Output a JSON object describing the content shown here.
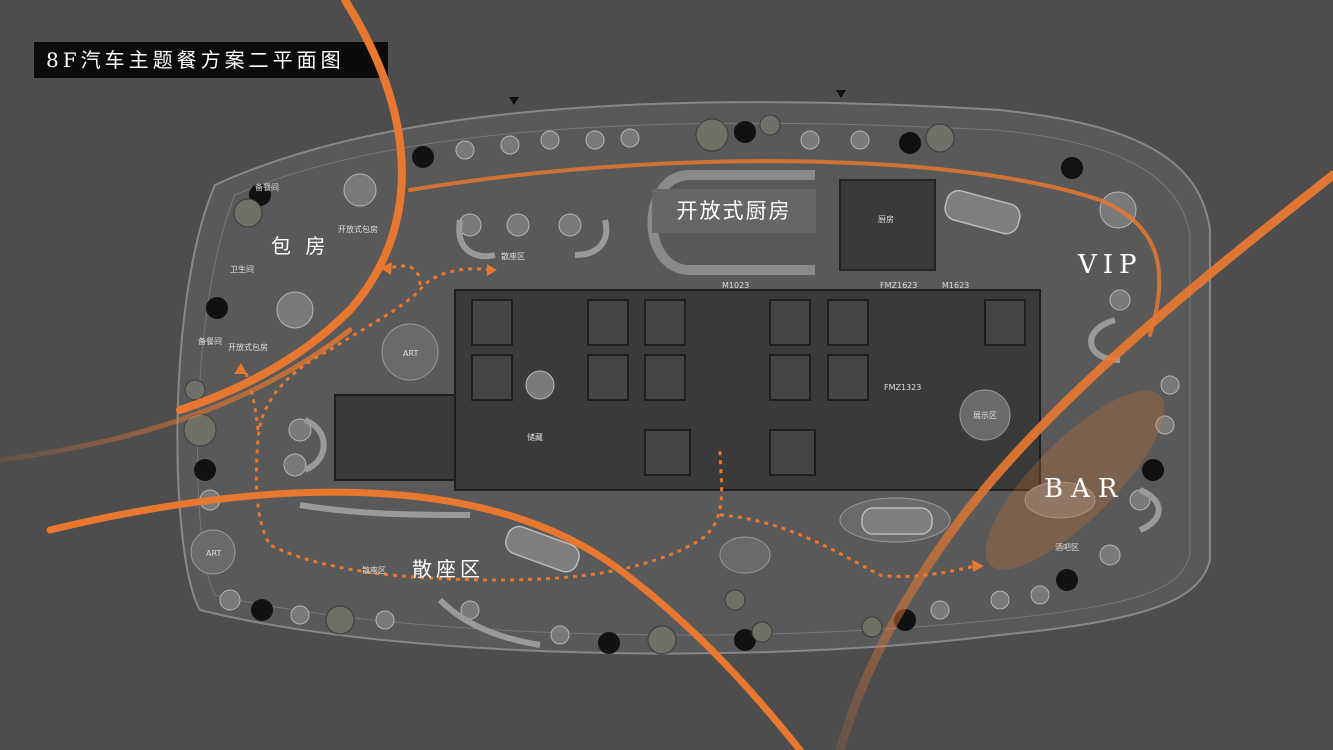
{
  "title": "8F汽车主题餐方案二平面图",
  "zones": {
    "private_room": "包 房",
    "open_kitchen": "开放式厨房",
    "vip": "VIP",
    "bar": "BAR",
    "open_seating": "散座区"
  },
  "plan_labels": {
    "dining_room_top": "备餐间",
    "open_private_top": "开放式包房",
    "side_room": "卫生间",
    "dining_room_bottom": "备餐间",
    "open_private_bottom": "开放式包房",
    "art_upper": "ART",
    "art_lower": "ART",
    "seating_small_top": "散座区",
    "seating_small_bottom": "散座区",
    "kitchen_room": "厨房",
    "door_m1023": "M1023",
    "door_fm1623": "FMZ1623",
    "door_m1623": "M1623",
    "door_fm1323": "FMZ1323",
    "exhibit": "展示区",
    "storage": "储藏",
    "bar_small": "酒吧区"
  },
  "colors": {
    "background": "#4d4d4d",
    "floor": "#5b5b5b",
    "core": "#3a3a3a",
    "accent_orange": "#e87830",
    "text": "#ffffff"
  }
}
